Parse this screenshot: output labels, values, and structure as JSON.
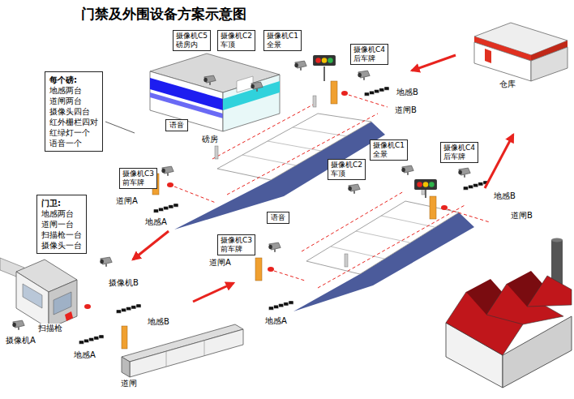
{
  "diagram": {
    "title": "门禁及外围设备方案示意图",
    "nodes": [
      {
        "text": [
          "摄像机C5 磅房内"
        ]
      },
      {
        "text": [
          "摄像机C2 车顶"
        ]
      },
      {
        "text": [
          "摄像机C1 全景"
        ]
      },
      {
        "text": [
          "摄像机C4 后车牌"
        ]
      },
      {
        "text": [
          "每个磅:",
          "地感两台 道闸两台 摄像头四台 红外栅栏四对 红绿灯一个 语音一个"
        ]
      },
      {
        "text": [
          "语音"
        ]
      },
      {
        "text": [
          "摄像机C3 前车牌"
        ]
      },
      {
        "text": [
          "摄像机C1 全景"
        ]
      },
      {
        "text": [
          "摄像机C4 后车牌"
        ]
      },
      {
        "text": [
          "摄像机C2 车顶"
        ]
      },
      {
        "text": [
          "门卫:",
          "地感两台 道闸一台 扫描枪一台 摄像头一台"
        ]
      },
      {
        "text": [
          "语音"
        ]
      },
      {
        "text": [
          "摄像机C3 前车牌"
        ]
      }
    ],
    "labels": [
      "磅房",
      "仓库",
      "地感B",
      "道闸B",
      "道闸A",
      "地感A",
      "地感B",
      "道闸B",
      "摄像机B",
      "道闸A",
      "扫描枪",
      "地感B",
      "摄像机A",
      "地感A",
      "地感A",
      "道闸"
    ]
  }
}
